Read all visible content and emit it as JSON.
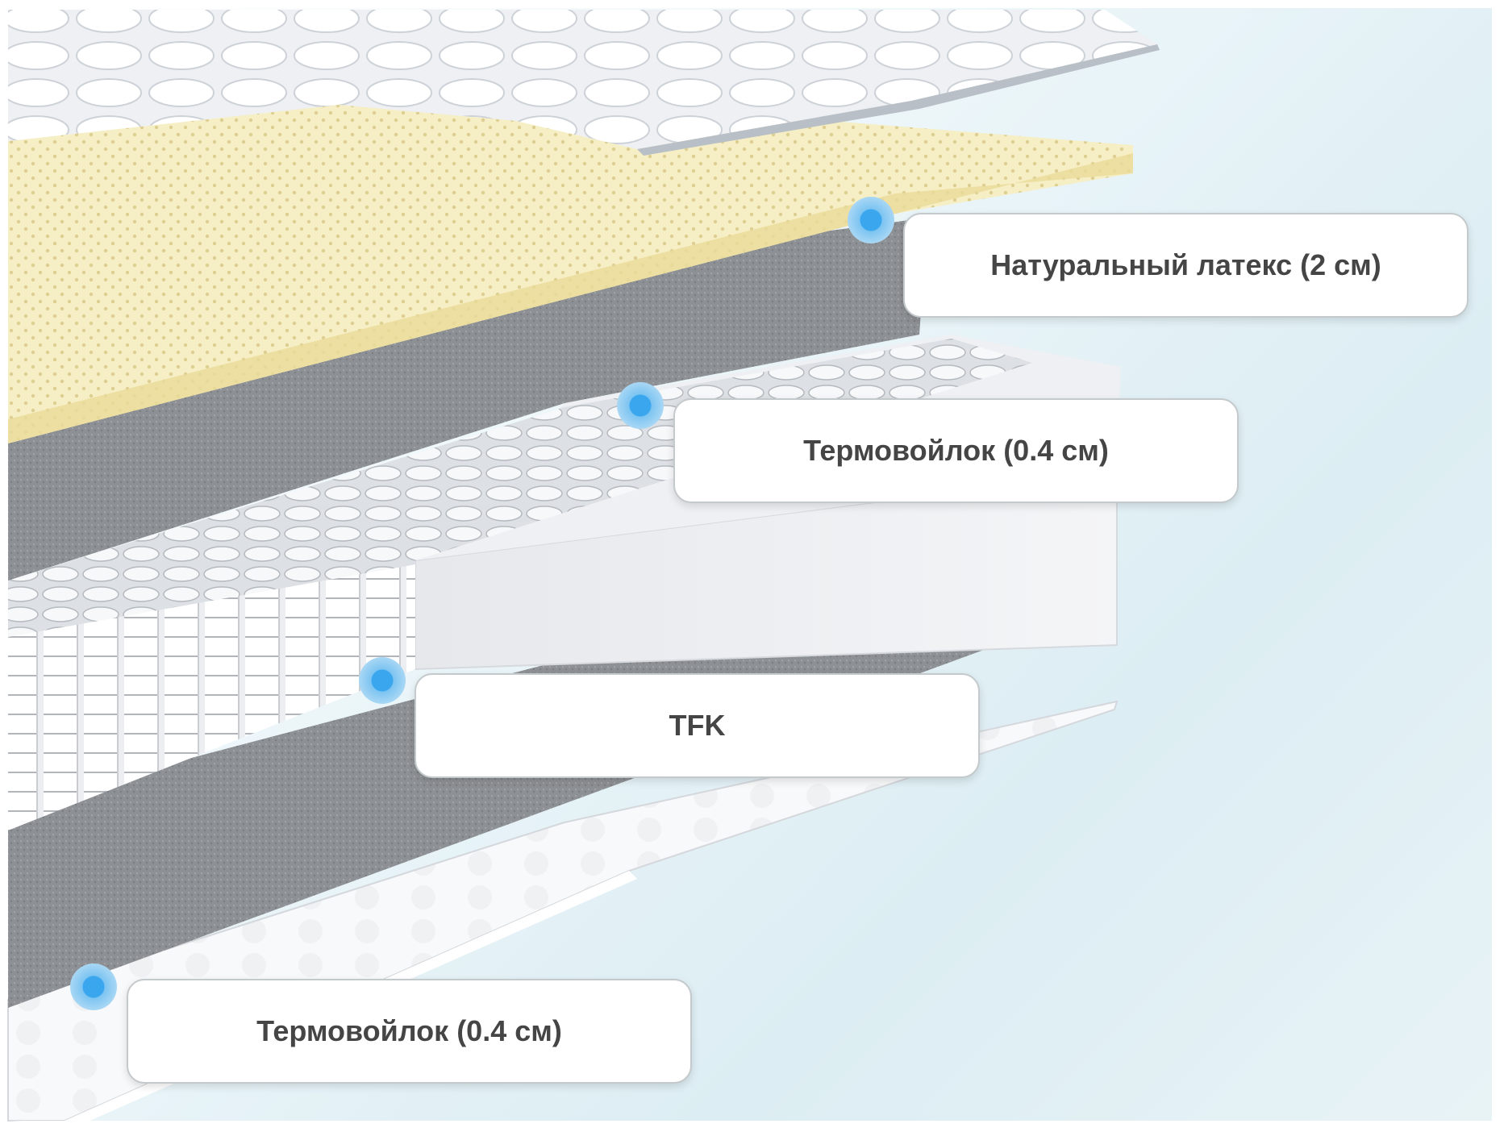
{
  "layers": [
    {
      "id": "latex",
      "label": "Натуральный латекс (2 см)"
    },
    {
      "id": "felt-top",
      "label": "Термовойлок (0.4 см)"
    },
    {
      "id": "springs",
      "label": "TFK"
    },
    {
      "id": "felt-bottom",
      "label": "Термовойлок (0.4 см)"
    }
  ],
  "colors": {
    "marker": "#3aa6ee",
    "latex": "#f6eec4",
    "felt": "#8a8d91",
    "spring_block": "#f2f3f5",
    "quilted_cover": "#eceff2",
    "background": "#e3f0f5"
  }
}
